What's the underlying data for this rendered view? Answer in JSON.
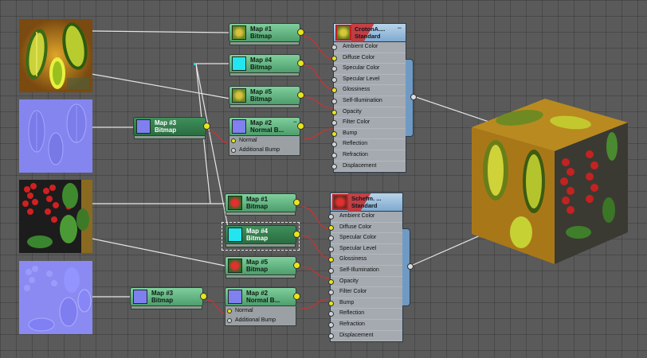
{
  "colors": {
    "bitmap_node": "#5fb07e",
    "material_header": "#9fc3e3",
    "active_socket": "#e6e61a",
    "wire_red": "#d03030",
    "wire_white": "#e6e6e6"
  },
  "thumbnails": [
    {
      "name": "croton-diffuse-map",
      "icon": "croton-leaves-image"
    },
    {
      "name": "croton-normal-map",
      "icon": "normal-map-image"
    },
    {
      "name": "schefflera-diffuse-map",
      "icon": "red-flower-leaves-image"
    },
    {
      "name": "schefflera-normal-map",
      "icon": "normal-map-image"
    }
  ],
  "group1": {
    "map1": {
      "line1": "Map #1",
      "line2": "Bitmap"
    },
    "map4": {
      "line1": "Map #4",
      "line2": "Bitmap"
    },
    "map5": {
      "line1": "Map #5",
      "line2": "Bitmap"
    },
    "map3": {
      "line1": "Map #3",
      "line2": "Bitmap"
    },
    "map2": {
      "line1": "Map #2",
      "line2": "Normal  B...",
      "slots": [
        "Normal",
        "Additional Bump"
      ]
    },
    "material": {
      "line1": "CrotonA....",
      "line2": "Standard",
      "slots": [
        "Ambient Color",
        "Diffuse Color",
        "Specular Color",
        "Specular Level",
        "Glossiness",
        "Self-Illumination",
        "Opacity",
        "Filter Color",
        "Bump",
        "Reflection",
        "Refraction",
        "Displacement"
      ]
    }
  },
  "group2": {
    "map1": {
      "line1": "Map #1",
      "line2": "Bitmap"
    },
    "map4": {
      "line1": "Map #4",
      "line2": "Bitmap"
    },
    "map5": {
      "line1": "Map #5",
      "line2": "Bitmap"
    },
    "map3": {
      "line1": "Map #3",
      "line2": "Bitmap"
    },
    "map2": {
      "line1": "Map #2",
      "line2": "Normal  B...",
      "slots": [
        "Normal",
        "Additional Bump"
      ]
    },
    "material": {
      "line1": "Schefm. ...",
      "line2": "Standard",
      "slots": [
        "Ambient Color",
        "Diffuse Color",
        "Specular Color",
        "Specular Level",
        "Glossiness",
        "Self-Illumination",
        "Opacity",
        "Filter Color",
        "Bump",
        "Reflection",
        "Refraction",
        "Displacement"
      ]
    }
  },
  "preview": {
    "name": "material-preview-cube"
  }
}
